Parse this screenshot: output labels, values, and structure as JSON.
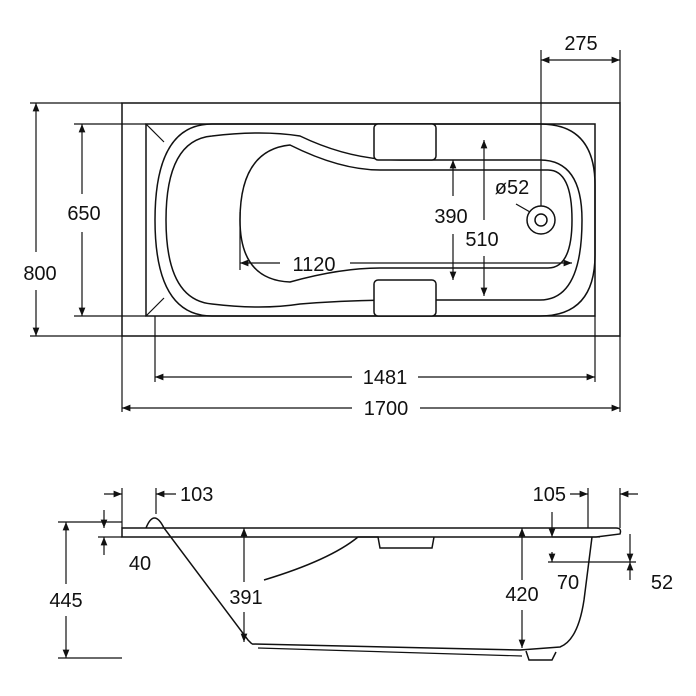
{
  "plan_view": {
    "dim_width_overall": "1700",
    "dim_inner_length": "1481",
    "dim_bottom_length": "1120",
    "dim_height_overall": "800",
    "dim_inner_width": "650",
    "dim_bottom_width": "390",
    "dim_width_510": "510",
    "dim_drain_diameter": "ø52",
    "dim_drain_offset": "275"
  },
  "section_view": {
    "dim_rim_left": "103",
    "dim_rim_right": "105",
    "dim_rim_thickness": "40",
    "dim_total_height": "445",
    "dim_depth_left": "391",
    "dim_depth_right": "420",
    "dim_right_70": "70",
    "dim_right_52": "52"
  }
}
